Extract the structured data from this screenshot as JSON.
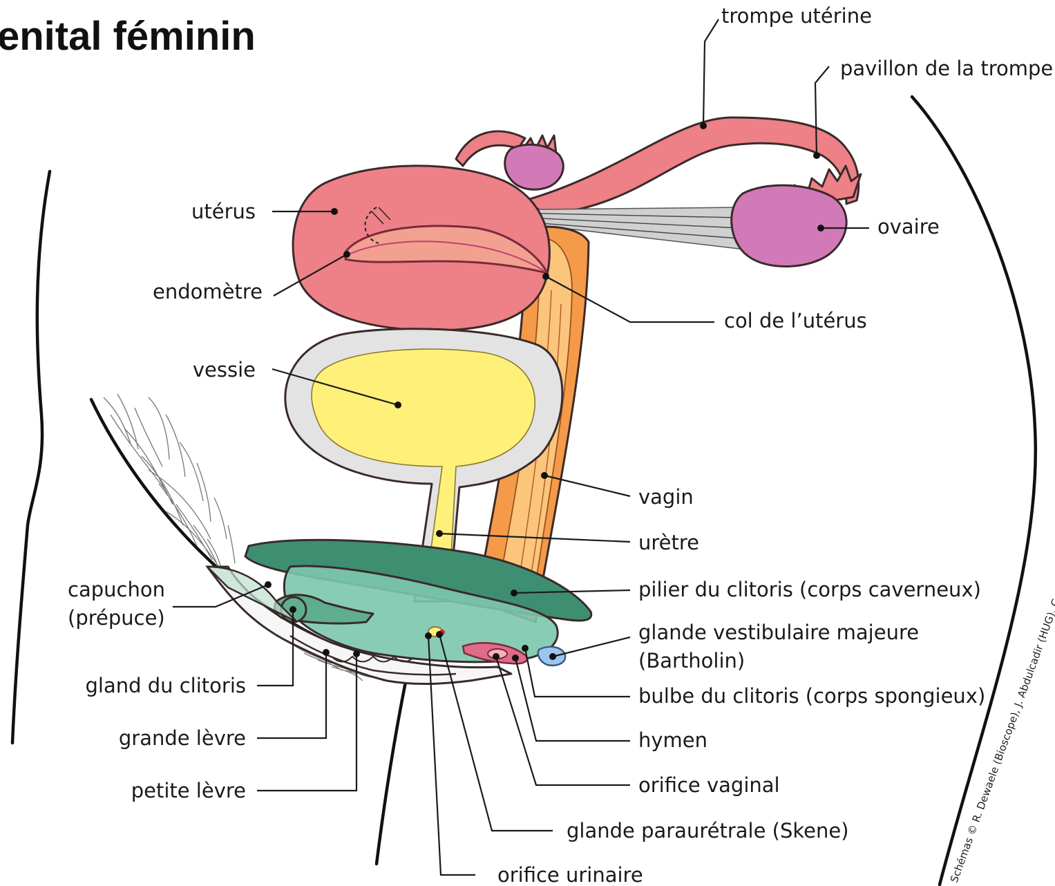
{
  "title": "enital féminin",
  "credit": "Schémas © R. Dewaele (Bioscope), J. Abdulcadir (HUG), C. Brockmann (Bioscope), O. Fillod, S. Valera-Kummer (DIP), www.unige.ch/ssi",
  "colors": {
    "uterus": "#ee8088",
    "fallopian_tube": "#ee8088",
    "ovary": "#d27ab7",
    "endometrium": "#f2a090",
    "bladder_wall": "#e3e3e3",
    "urine": "#fff07a",
    "vagina_outer": "#f59a48",
    "vagina_inner": "#fbc57c",
    "clitoris_pillar": "#3e8e72",
    "clitoris_body": "#7cc6ad",
    "bartholin_gland": "#9cc5ee",
    "hymen": "#e06a8a",
    "ligament": "#cfcfcf"
  },
  "labels": {
    "trompe": "trompe utérine",
    "pavillon": "pavillon de la trompe",
    "uterus": "utérus",
    "ovaire": "ovaire",
    "endometre": "endomètre",
    "col": "col de l’utérus",
    "vessie": "vessie",
    "vagin": "vagin",
    "uretre": "urètre",
    "capuchon_1": "capuchon",
    "capuchon_2": "(prépuce)",
    "pilier": "pilier du clitoris (corps caverneux)",
    "glande_vest_1": "glande vestibulaire majeure",
    "glande_vest_2": "(Bartholin)",
    "gland": "gland du clitoris",
    "bulbe": "bulbe du clitoris (corps spongieux)",
    "grande_levre": "grande lèvre",
    "hymen": "hymen",
    "petite_levre": "petite lèvre",
    "orifice_vaginal": "orifice vaginal",
    "skene": "glande paraurétrale (Skene)",
    "orifice_urinaire": "orifice urinaire"
  }
}
